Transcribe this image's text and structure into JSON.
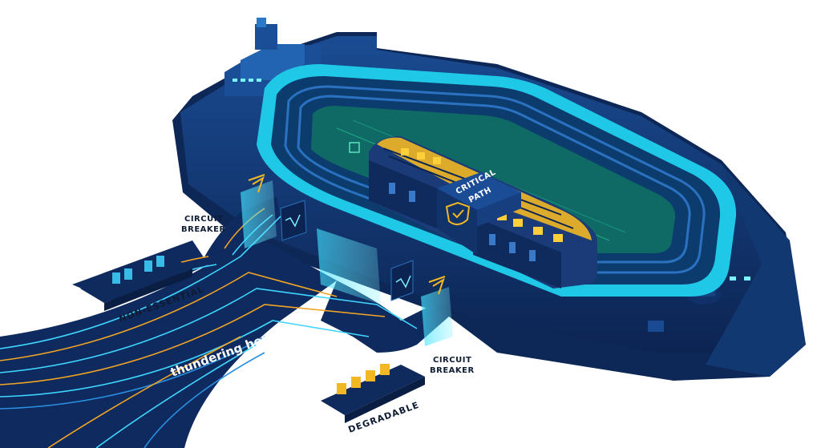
{
  "labels": {
    "critical_path_line1": "CRITICAL",
    "critical_path_line2": "PATH",
    "circuit_breaker_top_line1": "CIRCUIT",
    "circuit_breaker_top_line2": "BREAKER",
    "circuit_breaker_bottom_line1": "CIRCUIT",
    "circuit_breaker_bottom_line2": "BREAKER",
    "non_essential": "NON-ESSENTIAL",
    "degradable": "DEGRADABLE",
    "thundering_herd": "thundering herd"
  },
  "colors": {
    "hull_dark": "#0f2a5c",
    "hull_mid": "#16407f",
    "hull_light": "#1f5aa8",
    "cyan": "#1fc8e6",
    "cyan_light": "#8ef0ff",
    "deck_green": "#0f6a66",
    "gold": "#f2b824",
    "navy_text": "#0d1b33"
  },
  "icons": [
    "shield-icon",
    "circuit-switch-icon",
    "server-icon",
    "crate-icon"
  ]
}
